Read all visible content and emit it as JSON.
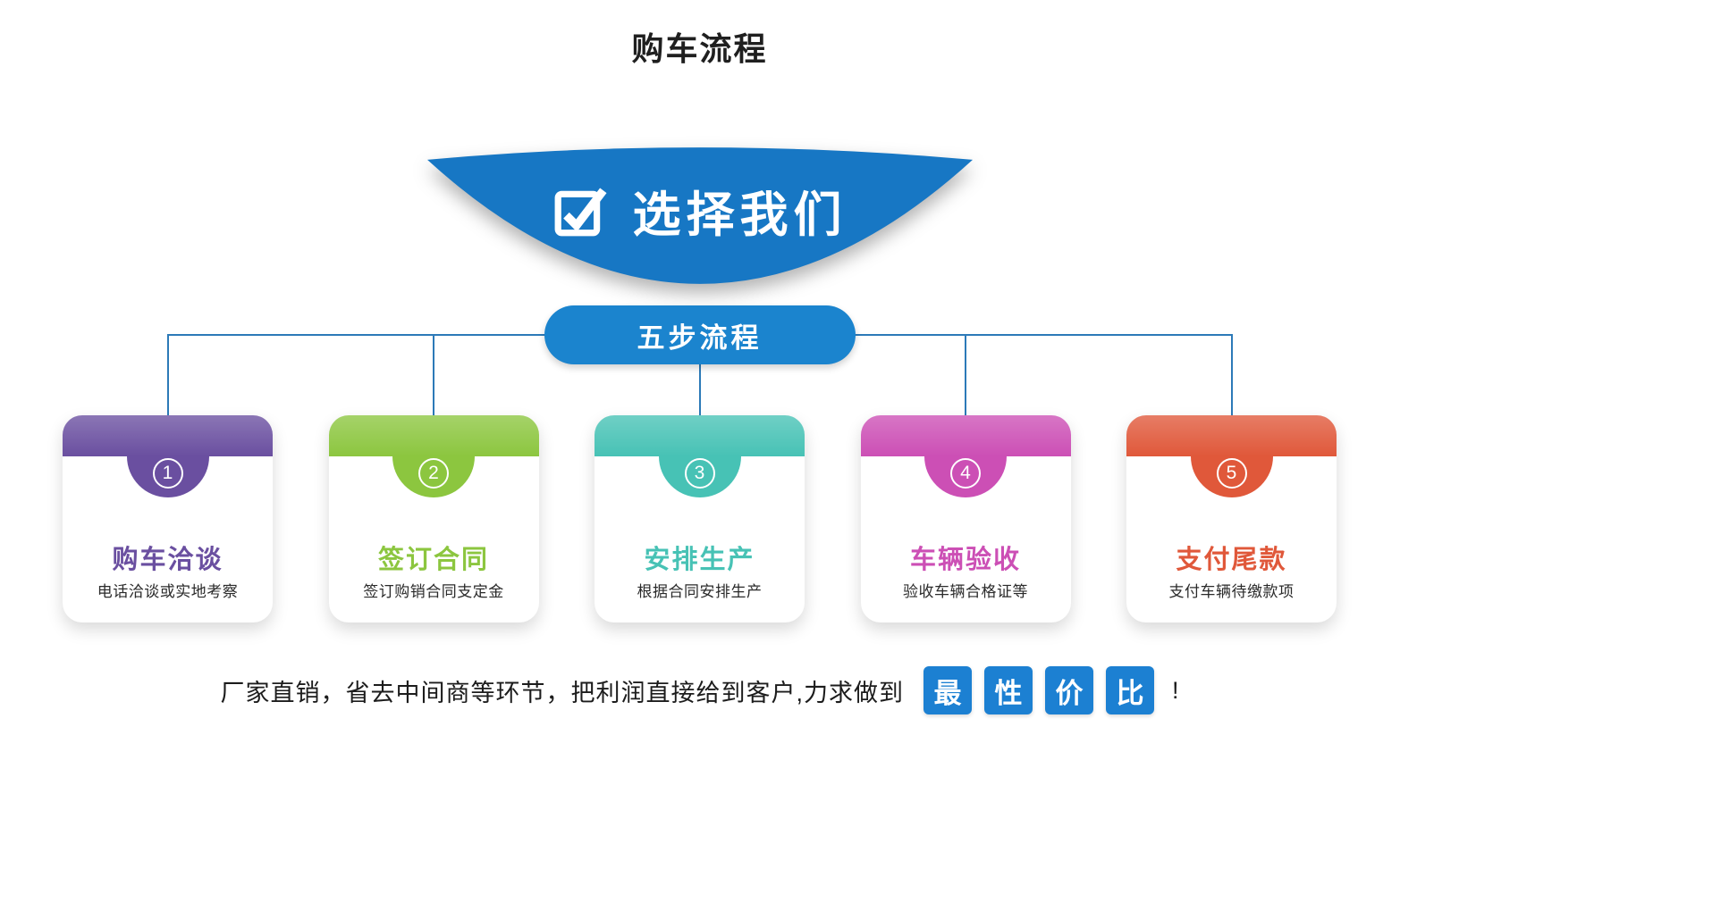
{
  "page": {
    "title": "购车流程"
  },
  "banner": {
    "label": "选择我们",
    "check_icon": "checkbox-check-icon"
  },
  "pill": {
    "label": "五步流程"
  },
  "steps": [
    {
      "number": "1",
      "title": "购车洽谈",
      "desc": "电话洽谈或实地考察",
      "color": "#6a4fa0"
    },
    {
      "number": "2",
      "title": "签订合同",
      "desc": "签订购销合同支定金",
      "color": "#8cc63f"
    },
    {
      "number": "3",
      "title": "安排生产",
      "desc": "根据合同安排生产",
      "color": "#47c2b5"
    },
    {
      "number": "4",
      "title": "车辆验收",
      "desc": "验收车辆合格证等",
      "color": "#cc4fb5"
    },
    {
      "number": "5",
      "title": "支付尾款",
      "desc": "支付车辆待缴款项",
      "color": "#e0583a"
    }
  ],
  "footer": {
    "text": "厂家直销，省去中间商等环节，把利润直接给到客户,力求做到",
    "highlights": [
      "最",
      "性",
      "价",
      "比"
    ],
    "suffix": "!",
    "highlight_color": "#1c80d2"
  },
  "colors": {
    "banner": "#1777c4",
    "pill": "#1b84ce",
    "line": "#2c7ab8"
  }
}
